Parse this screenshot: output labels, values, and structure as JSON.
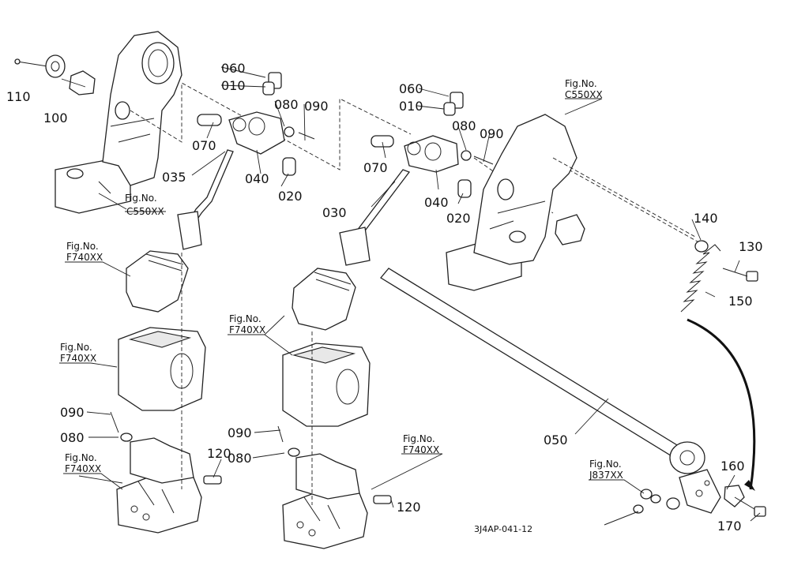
{
  "diagram": {
    "figure_code": "3J4AP-041-12",
    "part_labels": {
      "p110": "110",
      "p100": "100",
      "p060a": "060",
      "p010a": "010",
      "p080a": "080",
      "p090a": "090",
      "p070a": "070",
      "p040a": "040",
      "p020a": "020",
      "p035": "035",
      "p060b": "060",
      "p010b": "010",
      "p080b": "080",
      "p090b": "090",
      "p070b": "070",
      "p040b": "040",
      "p020b": "020",
      "p030": "030",
      "p140": "140",
      "p130": "130",
      "p150": "150",
      "p050": "050",
      "p160": "160",
      "p170": "170",
      "p090c": "090",
      "p080c": "080",
      "p120a": "120",
      "p090d": "090",
      "p080d": "080",
      "p120b": "120"
    },
    "fig_refs": {
      "c550_left": {
        "title": "Fig.No.",
        "code": "C550XX"
      },
      "c550_right": {
        "title": "Fig.No.",
        "code": "C550XX"
      },
      "f740_a": {
        "title": "Fig.No.",
        "code": "F740XX"
      },
      "f740_b": {
        "title": "Fig.No.",
        "code": "F740XX"
      },
      "f740_c": {
        "title": "Fig.No.",
        "code": "F740XX"
      },
      "f740_d": {
        "title": "Fig.No.",
        "code": "F740XX"
      },
      "f740_e": {
        "title": "Fig.No.",
        "code": "F740XX"
      },
      "j837": {
        "title": "Fig.No.",
        "code": "J837XX"
      }
    }
  }
}
